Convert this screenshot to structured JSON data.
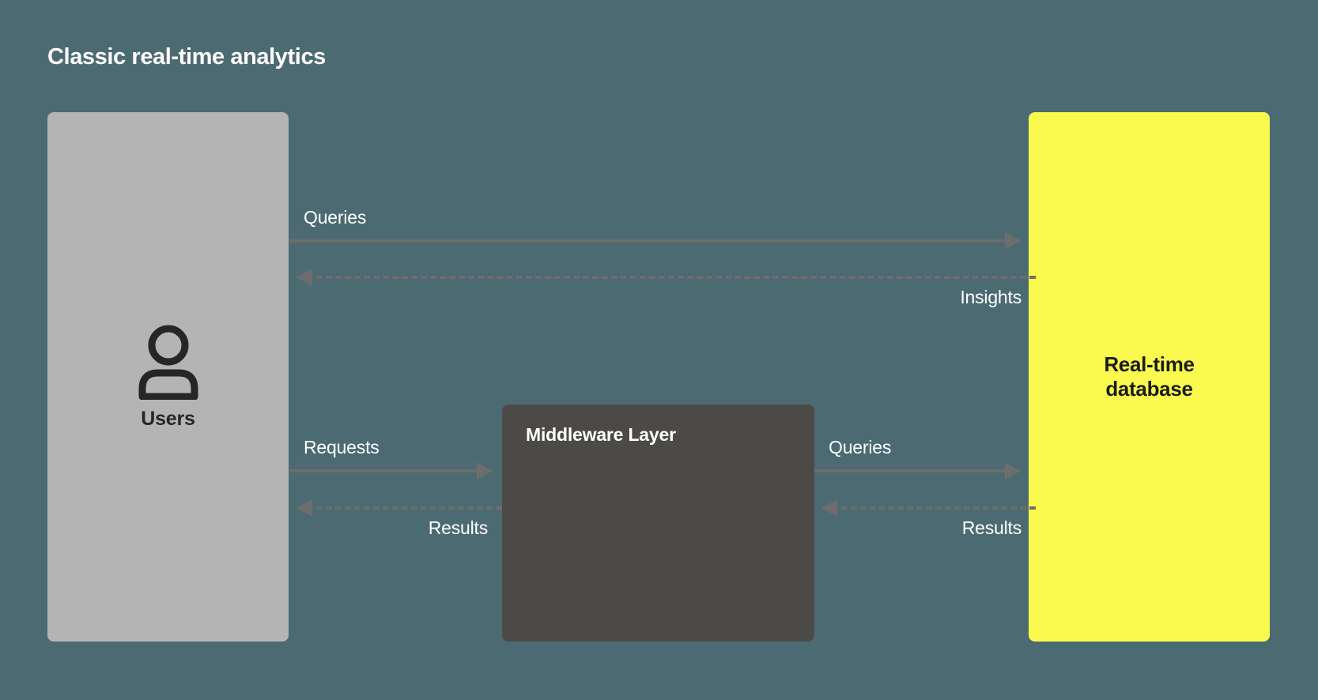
{
  "diagram": {
    "title": "Classic real-time analytics",
    "background_color": "#4c6a72",
    "nodes": {
      "users": {
        "label": "Users",
        "icon": "user-icon",
        "color": "#b4b4b4",
        "text_color": "#262626"
      },
      "middleware": {
        "label": "Middleware Layer",
        "color": "#4c4a47",
        "text_color": "#ffffff"
      },
      "database": {
        "label_line1": "Real-time",
        "label_line2": "database",
        "color": "#f9fa4d",
        "text_color": "#1c1c1c"
      }
    },
    "connectors": [
      {
        "id": "users-to-db-queries",
        "label": "Queries",
        "from": "users",
        "to": "database",
        "direction": "right",
        "style": "solid",
        "label_position": "above-left"
      },
      {
        "id": "db-to-users-insights",
        "label": "Insights",
        "from": "database",
        "to": "users",
        "direction": "left",
        "style": "dashed",
        "label_position": "below-right"
      },
      {
        "id": "users-to-middleware-requests",
        "label": "Requests",
        "from": "users",
        "to": "middleware",
        "direction": "right",
        "style": "solid",
        "label_position": "above-left"
      },
      {
        "id": "middleware-to-users-results",
        "label": "Results",
        "from": "middleware",
        "to": "users",
        "direction": "left",
        "style": "dashed",
        "label_position": "below-right"
      },
      {
        "id": "middleware-to-db-queries",
        "label": "Queries",
        "from": "middleware",
        "to": "database",
        "direction": "right",
        "style": "solid",
        "label_position": "above-left"
      },
      {
        "id": "db-to-middleware-results",
        "label": "Results",
        "from": "database",
        "to": "middleware",
        "direction": "left",
        "style": "dashed",
        "label_position": "below-right"
      }
    ],
    "connector_color": "#6d6d6d"
  }
}
